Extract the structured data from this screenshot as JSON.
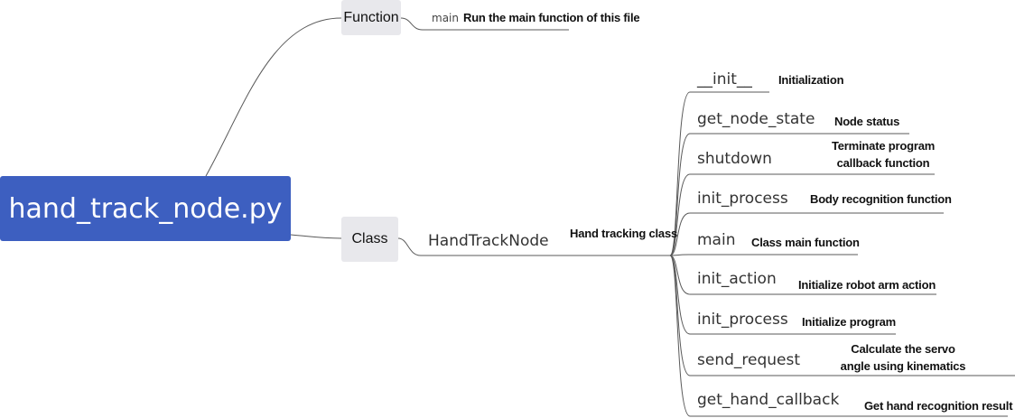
{
  "root": {
    "label": "hand_track_node.py"
  },
  "function_branch": {
    "label": "Function",
    "items": [
      {
        "name": "main",
        "desc": "Run the main function of this file"
      }
    ]
  },
  "class_branch": {
    "label": "Class",
    "class_name": "HandTrackNode",
    "class_desc": "Hand tracking class",
    "methods": [
      {
        "name": "__init__",
        "desc": "Initialization"
      },
      {
        "name": "get_node_state",
        "desc": "Node status"
      },
      {
        "name": "shutdown",
        "desc_lines": [
          "Terminate program",
          "callback function"
        ]
      },
      {
        "name": "init_process",
        "desc": "Body recognition function"
      },
      {
        "name": "main",
        "desc": "Class main function"
      },
      {
        "name": "init_action",
        "desc": "Initialize robot arm action"
      },
      {
        "name": "init_process",
        "desc": "Initialize program"
      },
      {
        "name": "send_request",
        "desc_lines": [
          "Calculate the servo",
          "angle using kinematics"
        ]
      },
      {
        "name": "get_hand_callback",
        "desc": "Get hand recognition result"
      }
    ]
  },
  "colors": {
    "root_fill": "#3d5fc0",
    "category_fill": "#e8e8ec",
    "connector": "#5a5a5a"
  }
}
